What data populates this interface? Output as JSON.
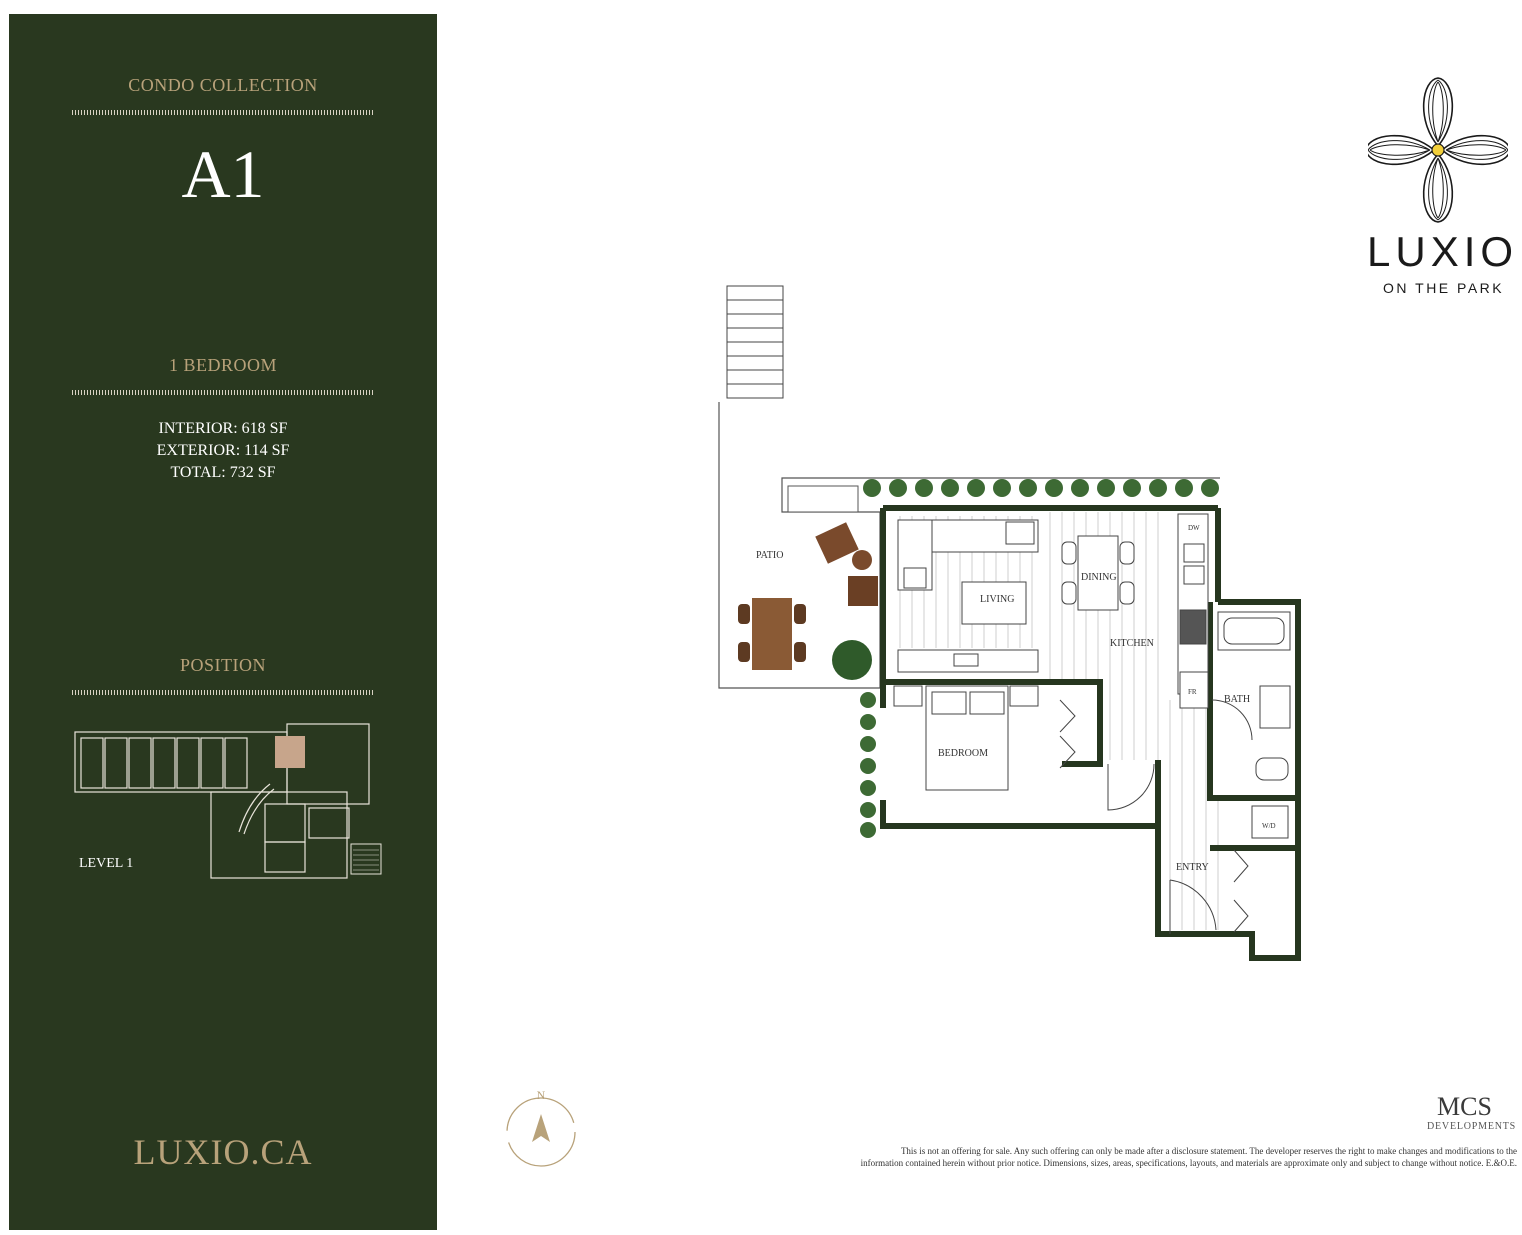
{
  "sidebar": {
    "collection": "CONDO COLLECTION",
    "unit": "A1",
    "bedrooms": "1 BEDROOM",
    "interior": "INTERIOR: 618 SF",
    "exterior": "EXTERIOR: 114 SF",
    "total": "TOTAL: 732 SF",
    "position_heading": "POSITION",
    "level": "LEVEL 1",
    "website": "LUXIO.CA"
  },
  "brand": {
    "name": "LUXIO",
    "tagline": "ON THE PARK",
    "logo_icon": "dogwood-flower-icon"
  },
  "plan": {
    "rooms": {
      "patio": "PATIO",
      "living": "LIVING",
      "dining": "DINING",
      "kitchen": "KITCHEN",
      "bedroom": "BEDROOM",
      "bath": "BATH",
      "entry": "ENTRY"
    },
    "appliances": {
      "dishwasher": "DW",
      "fridge": "FR",
      "washer_dryer": "W/D"
    }
  },
  "compass": {
    "label": "N",
    "icon": "compass-icon"
  },
  "developer": {
    "name": "MCS",
    "sub": "DEVELOPMENTS"
  },
  "disclaimer": {
    "line1": "This is not an offering for sale. Any such offering can only be made after a disclosure statement. The developer reserves the right to make changes and modifications to the",
    "line2": "information contained herein without prior notice. Dimensions, sizes, areas, specifications, layouts, and materials are approximate only and subject to change without notice. E.&O.E."
  },
  "colors": {
    "sidebar_bg": "#29381f",
    "gold": "#b8a27a",
    "wall": "#26361f",
    "highlight_unit": "#c7a58b",
    "wood": "#7a4a2c"
  }
}
